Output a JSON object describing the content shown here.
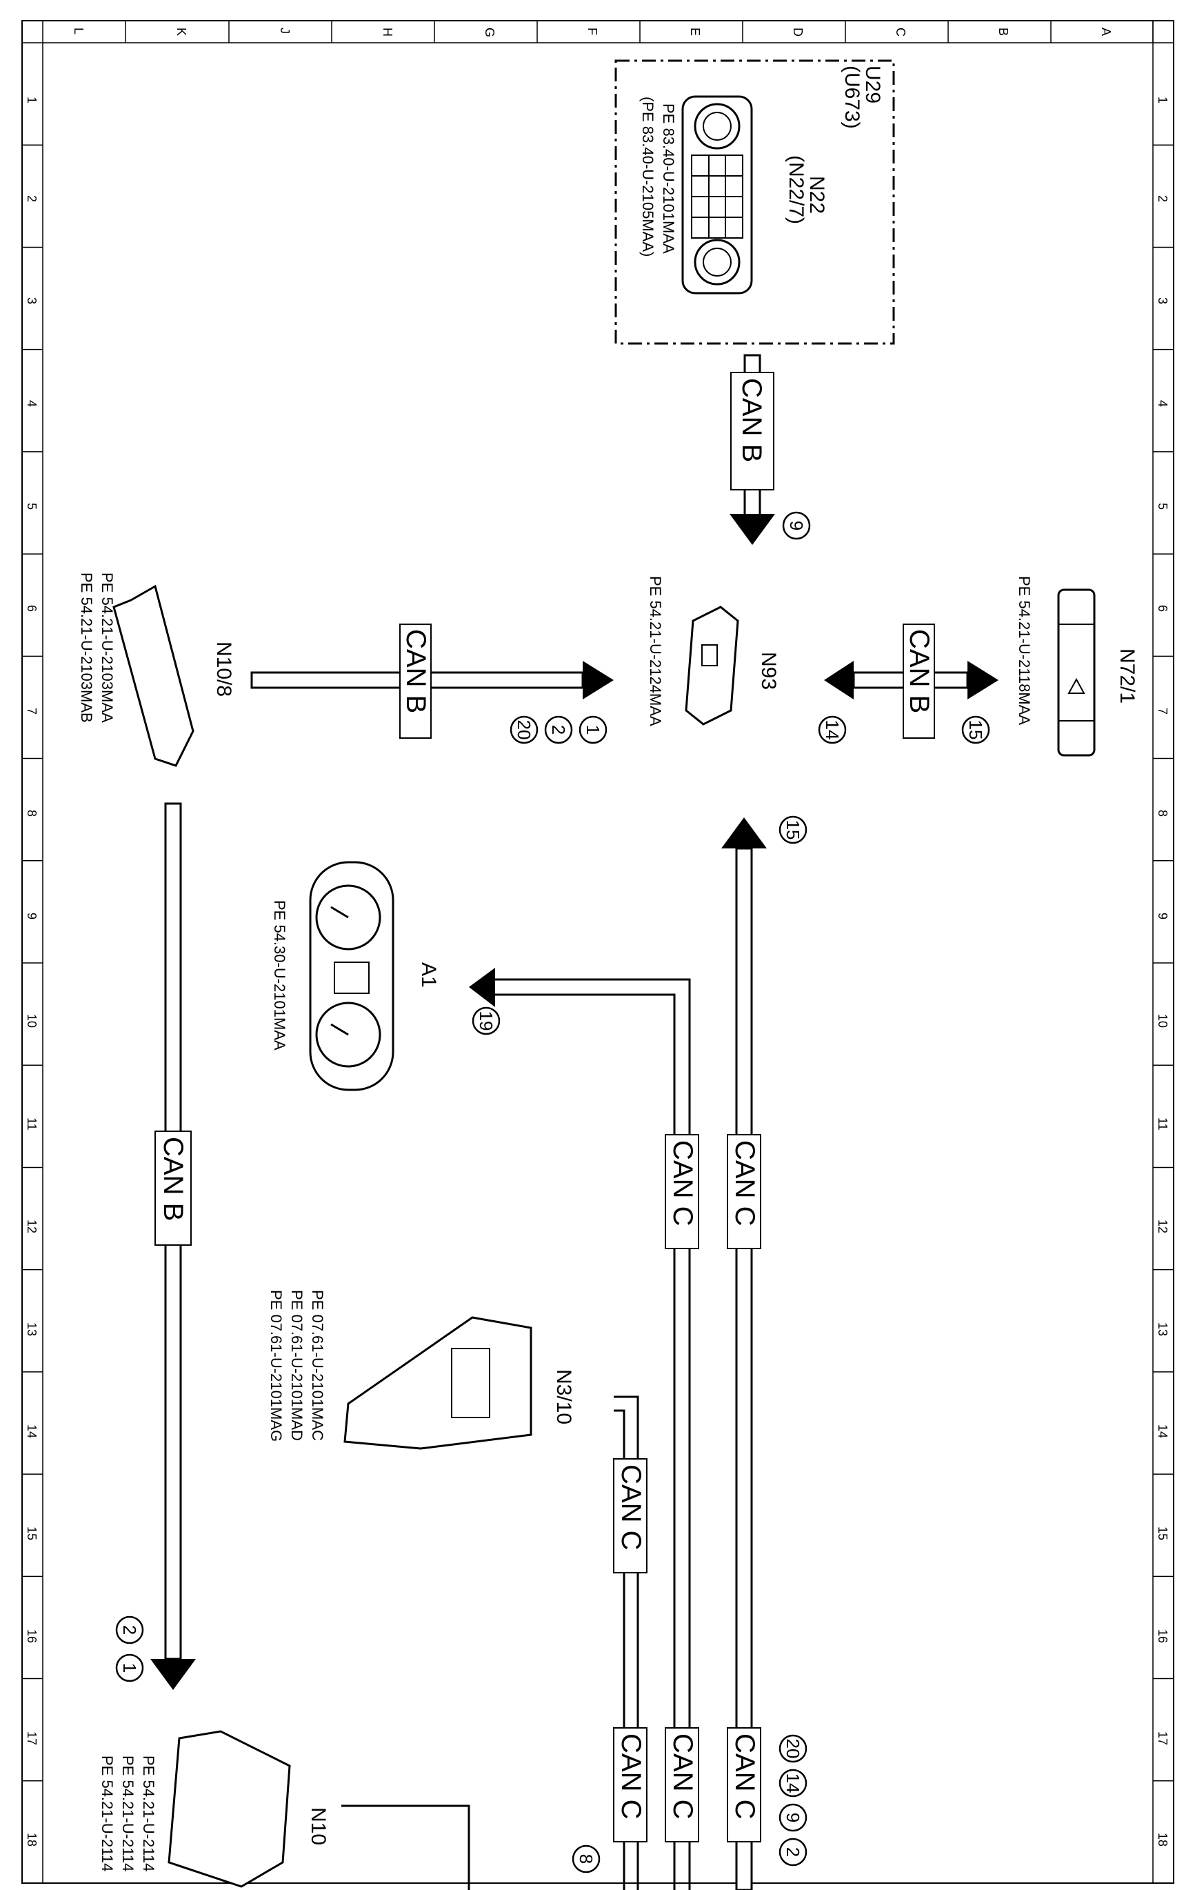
{
  "grid": {
    "columns": [
      "L",
      "K",
      "J",
      "H",
      "G",
      "F",
      "E",
      "D",
      "C",
      "B",
      "A"
    ],
    "rows": [
      "1",
      "2",
      "3",
      "4",
      "5",
      "6",
      "7",
      "8",
      "9",
      "10",
      "11",
      "12",
      "13",
      "14",
      "15",
      "16",
      "17",
      "18"
    ]
  },
  "bus_label_b": "CAN B",
  "bus_label_c": "CAN C",
  "components": {
    "u29": {
      "line1": "U29",
      "line2": "(U673)"
    },
    "n22": {
      "line1": "N22",
      "line2": "(N22/7)",
      "ref1": "PE 83.40-U-2101MAA",
      "ref2": "(PE 83.40-U-2105MAA)"
    },
    "n93": {
      "name": "N93",
      "ref1": "PE 54.21-U-2124MAA"
    },
    "n72_1": {
      "name": "N72/1",
      "ref1": "PE 54.21-U-2118MAA"
    },
    "n10_8": {
      "name": "N10/8",
      "ref1": "PE 54.21-U-2103MAA",
      "ref2": "PE 54.21-U-2103MAB"
    },
    "a1": {
      "name": "A1",
      "ref1": "PE 54.30-U-2101MAA"
    },
    "n3_10": {
      "name": "N3/10",
      "ref1": "PE 07.61-U-2101MAC",
      "ref2": "PE 07.61-U-2101MAD",
      "ref3": "PE 07.61-U-2101MAG"
    },
    "n10": {
      "name": "N10",
      "ref1": "PE 54.21-U-2114",
      "ref2": "PE 54.21-U-2114",
      "ref3": "PE 54.21-U-2114"
    }
  },
  "markers": {
    "m9": "9",
    "m15a": "15",
    "m14": "14",
    "m1": "1",
    "m2": "2",
    "m20": "20",
    "m15b": "15",
    "m19": "19",
    "b2": "2",
    "b1": "1",
    "c20": "20",
    "c14": "14",
    "c9": "9",
    "c2": "2",
    "c8": "8"
  }
}
